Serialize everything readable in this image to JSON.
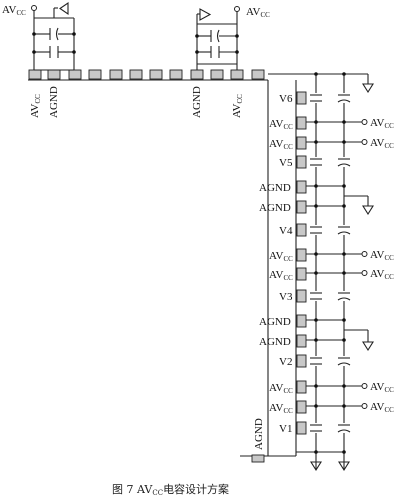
{
  "top_left": {
    "supply_label": "AV",
    "supply_sub": "CC"
  },
  "top_right": {
    "supply_label": "AV",
    "supply_sub": "CC"
  },
  "top_pins": {
    "left_avcc": "AV",
    "left_avcc_sub": "CC",
    "left_agnd": "AGND",
    "right_agnd": "AGND",
    "right_avcc": "AV",
    "right_avcc_sub": "CC"
  },
  "side_pins": [
    {
      "label": "V6"
    },
    {
      "label": "AV",
      "sub": "CC",
      "ext": "AV",
      "ext_sub": "CC"
    },
    {
      "label": "AV",
      "sub": "CC",
      "ext": "AV",
      "ext_sub": "CC"
    },
    {
      "label": "V5"
    },
    {
      "label": "AGND"
    },
    {
      "label": "AGND"
    },
    {
      "label": "V4"
    },
    {
      "label": "AV",
      "sub": "CC",
      "ext": "AV",
      "ext_sub": "CC"
    },
    {
      "label": "AV",
      "sub": "CC",
      "ext": "AV",
      "ext_sub": "CC"
    },
    {
      "label": "V3"
    },
    {
      "label": "AGND"
    },
    {
      "label": "AGND"
    },
    {
      "label": "V2"
    },
    {
      "label": "AV",
      "sub": "CC",
      "ext": "AV",
      "ext_sub": "CC"
    },
    {
      "label": "AV",
      "sub": "CC",
      "ext": "AV",
      "ext_sub": "CC"
    },
    {
      "label": "V1"
    }
  ],
  "bottom_pin": {
    "label": "AGND"
  },
  "caption": {
    "prefix": "图 7  AV",
    "sub": "CC",
    "suffix": "电容设计方案"
  }
}
